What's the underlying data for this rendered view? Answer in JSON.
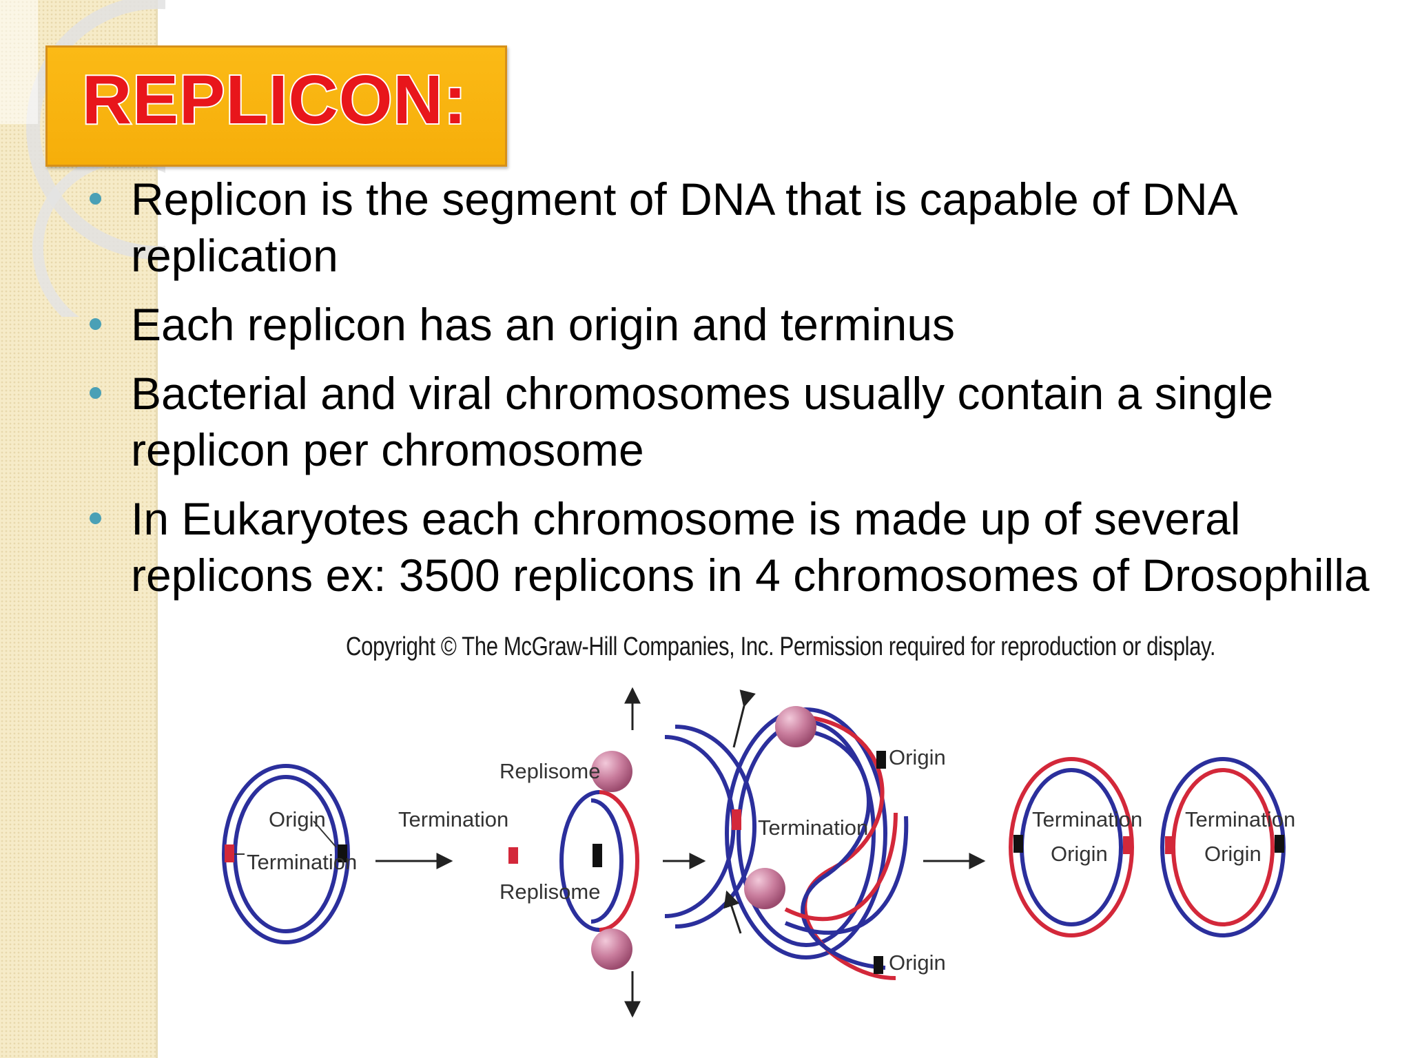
{
  "title": "REPLICON:",
  "bullets": [
    "Replicon is the segment of DNA that is capable of DNA replication",
    "Each replicon has an origin and terminus",
    "Bacterial and viral chromosomes usually contain a single replicon per chromosome",
    "In Eukaryotes each chromosome is made up of several replicons ex: 3500 replicons in 4 chromosomes of Drosophilla"
  ],
  "figure": {
    "copyright": "Copyright © The McGraw-Hill Companies, Inc. Permission required for reproduction or display.",
    "labels": {
      "origin": "Origin",
      "termination": "Termination",
      "replisome": "Replisome"
    }
  },
  "colors": {
    "strand_blue": "#2b2f9c",
    "strand_red": "#d3283a",
    "replisome": "#c06a8f",
    "title_fill": "#f9b410",
    "title_text": "#e8161b",
    "bullet_dot": "#4aa0b6"
  }
}
